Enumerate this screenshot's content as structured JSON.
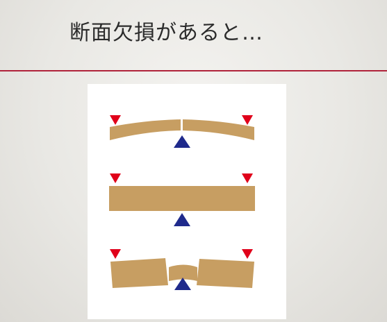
{
  "slide": {
    "title": "断面欠損があると…"
  },
  "colors": {
    "accent_rule": "#b0223a",
    "beam": "#c79e62",
    "load_marker": "#e0001a",
    "support_marker": "#1f2a8c"
  },
  "icons": {
    "load": "down-triangle",
    "support": "up-triangle"
  }
}
